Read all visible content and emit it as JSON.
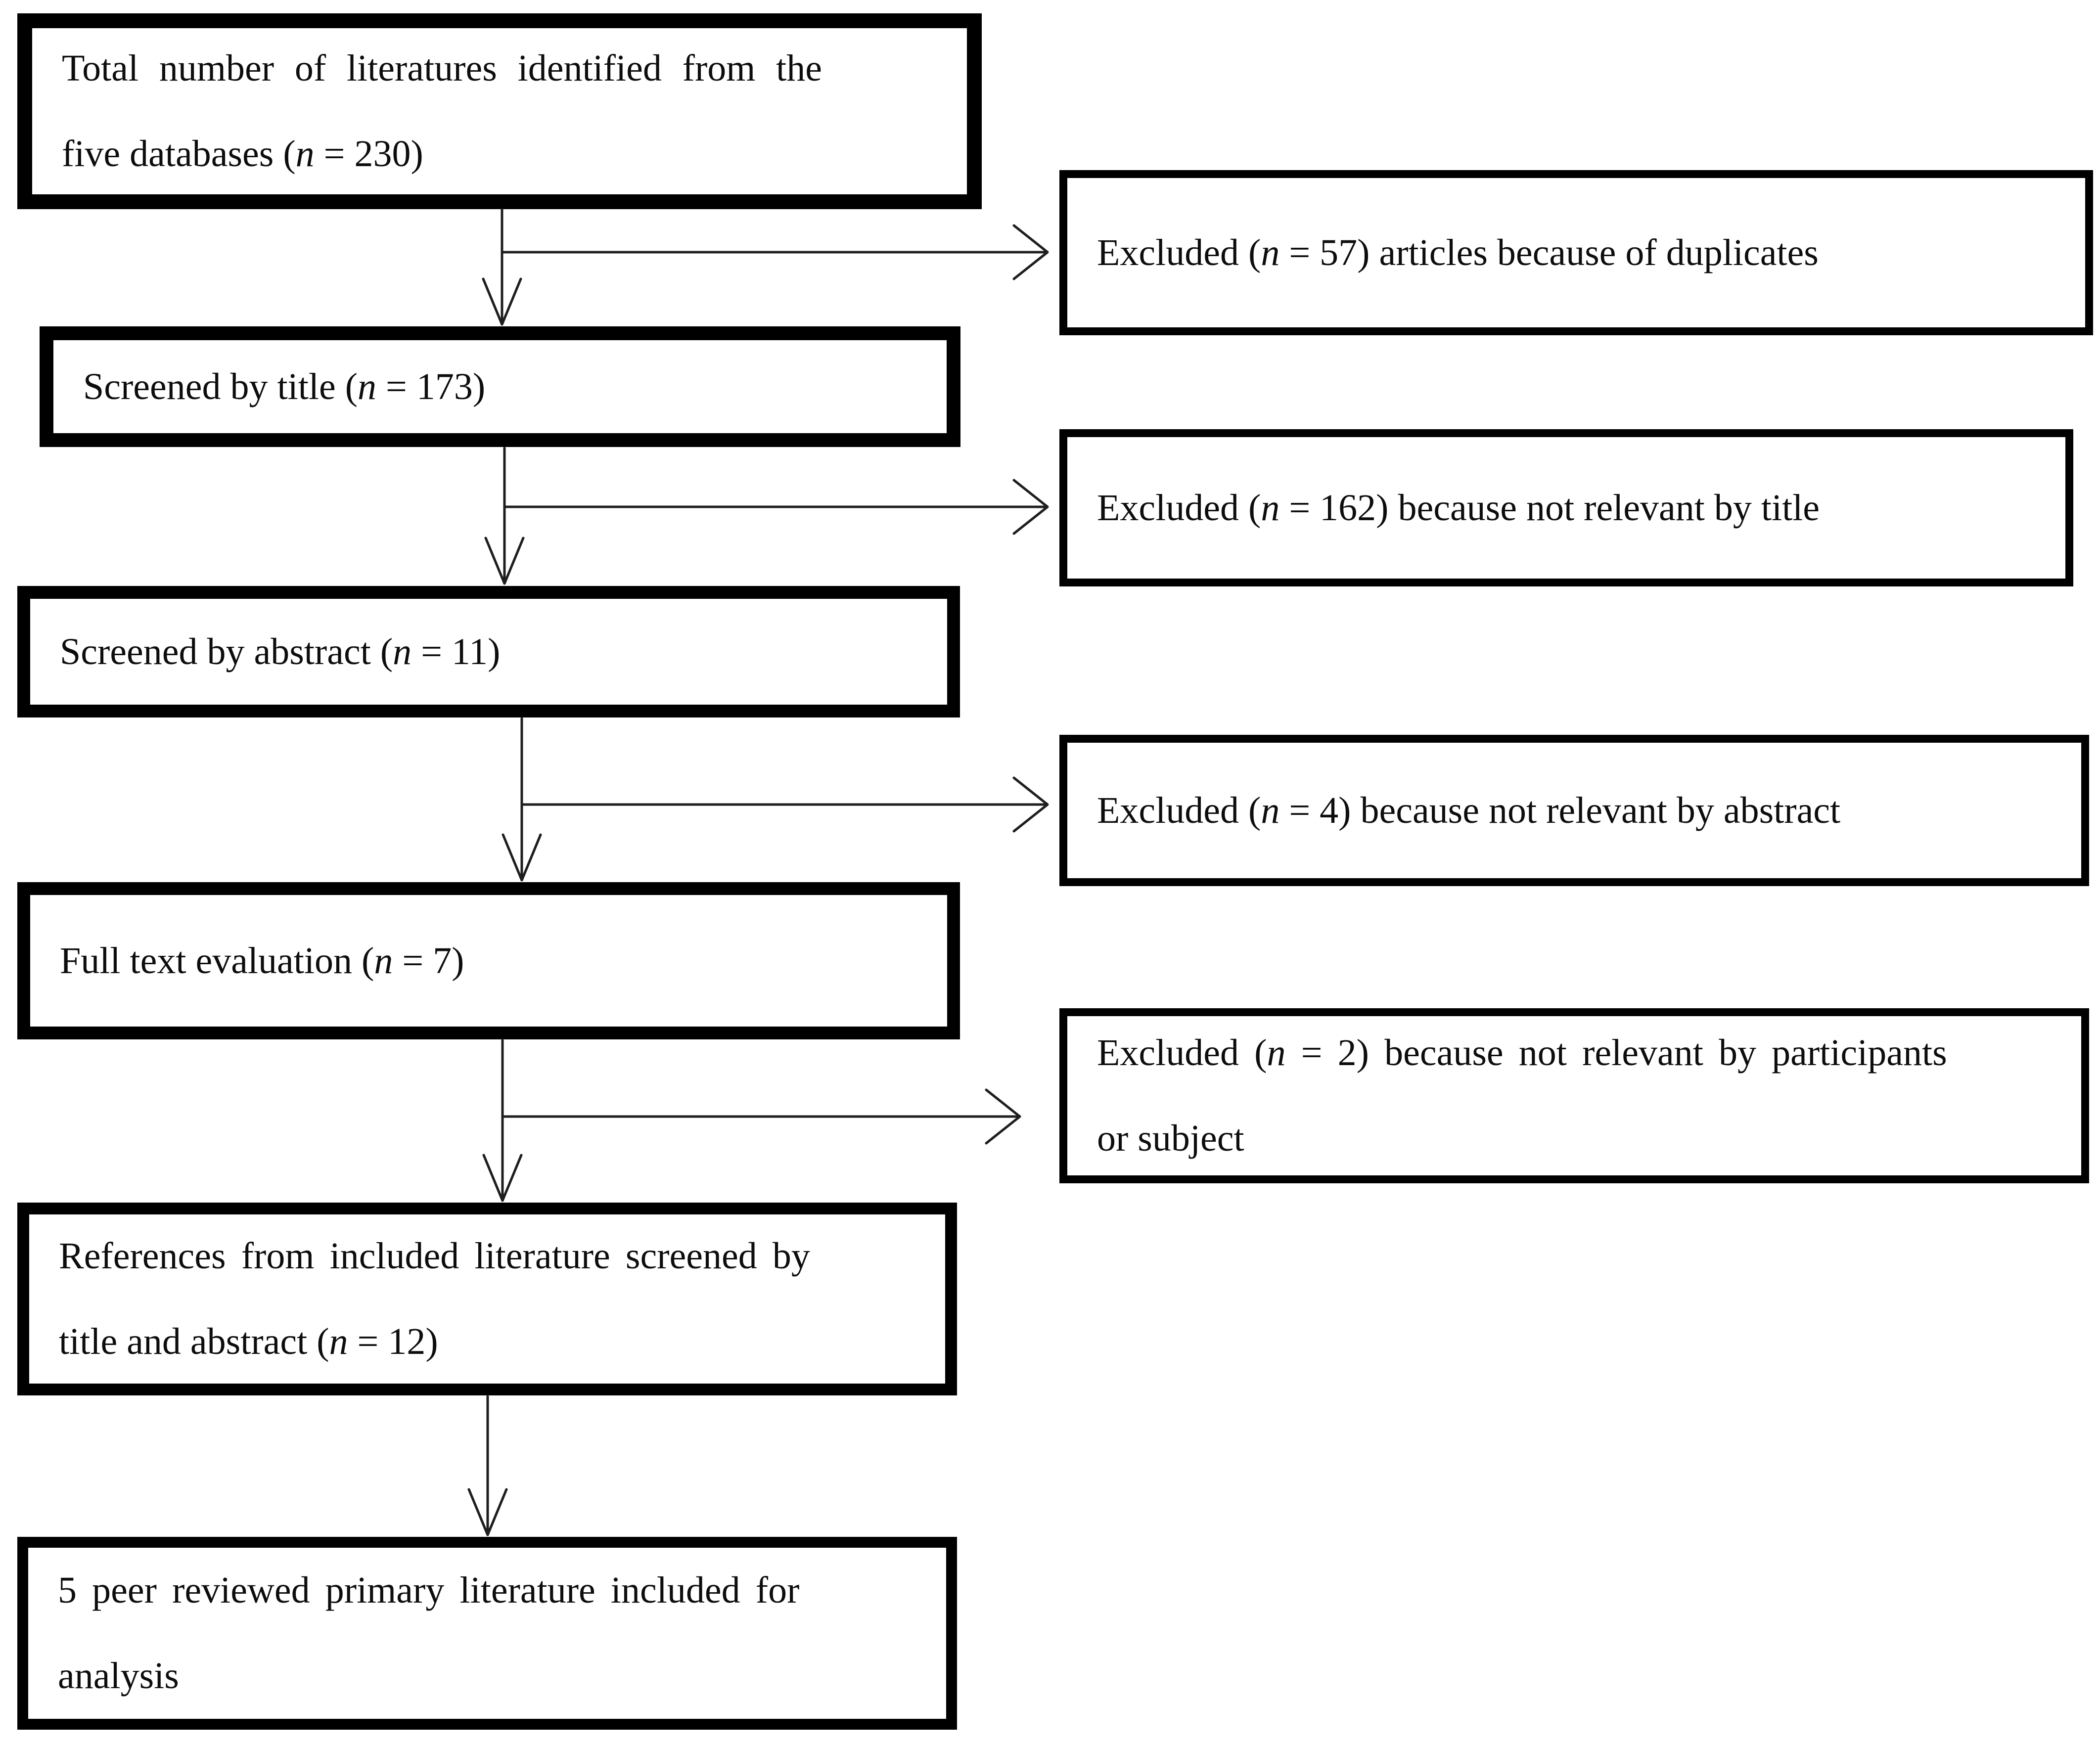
{
  "diagram": {
    "type": "flowchart",
    "border_color": "#000000",
    "line_color": "#1e1e1e",
    "background": "#ffffff"
  },
  "boxes": {
    "identified": {
      "line1": "Total number of literatures identified from the",
      "line2_pre": "five databases (",
      "n": "n",
      "line2_post": " = 230)"
    },
    "excluded_duplicates": {
      "pre": "Excluded (",
      "n": "n",
      "post": " = 57) articles because of duplicates"
    },
    "screened_title": {
      "pre": "Screened by title (",
      "n": "n",
      "post": " = 173)"
    },
    "excluded_title": {
      "pre": "Excluded (",
      "n": "n",
      "post": " = 162) because not relevant by title"
    },
    "screened_abstract": {
      "pre": "Screened by abstract (",
      "n": "n",
      "post": " = 11)"
    },
    "excluded_abstract": {
      "pre": "Excluded (",
      "n": "n",
      "post": " = 4) because not relevant by abstract"
    },
    "full_text": {
      "pre": "Full text evaluation (",
      "n": "n",
      "post": " = 7)"
    },
    "excluded_participants": {
      "line1_pre": "Excluded (",
      "n": "n",
      "line1_post": " = 2) because not relevant by participants",
      "line2": "or subject"
    },
    "references": {
      "line1": "References from included literature screened by",
      "line2_pre": "title and abstract (",
      "n": "n",
      "line2_post": " = 12)"
    },
    "included": {
      "line1": "5 peer reviewed primary literature included for",
      "line2": "analysis"
    }
  }
}
